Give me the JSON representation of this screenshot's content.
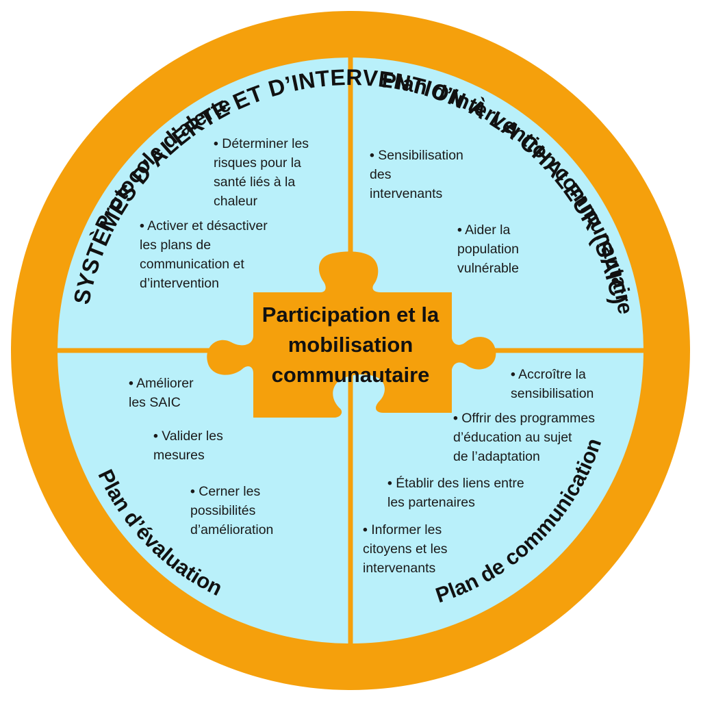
{
  "ring_title": "SYSTÈMES D’ALERTE ET D’INTERVENTION À LA CHALEUR (SAIC)",
  "center_title": "Participation et la mobilisation communautaire",
  "quadrants": {
    "top_left": {
      "title": "Protocole d’alerte",
      "items": [
        "Déterminer les\nrisques pour la\nsanté liés à la\nchaleur",
        "Activer et désactiver\nles plans de\ncommunication et\nd’intervention"
      ]
    },
    "top_right": {
      "title": "Plan d’intervention communautaire",
      "items": [
        "Sensibilisation\ndes\nintervenants",
        "Aider la\npopulation\nvulnérable"
      ]
    },
    "bottom_left": {
      "title": "Plan d’évaluation",
      "items": [
        "Améliorer\nles SAIC",
        "Valider les\nmesures",
        "Cerner les\npossibilités\nd’amélioration"
      ]
    },
    "bottom_right": {
      "title": "Plan de communication",
      "items": [
        "Accroître la\nsensibilisation",
        "Offrir des programmes\nd’éducation au sujet\nde l’adaptation",
        "Établir des liens entre\nles partenaires",
        "Informer les\ncitoyens et les\nintervenants"
      ]
    }
  },
  "colors": {
    "ring": "#F5A00C",
    "quadrant_fill": "#B9F0FA",
    "divider": "#F5A00C",
    "puzzle": "#F5A00C",
    "text": "#111111"
  }
}
